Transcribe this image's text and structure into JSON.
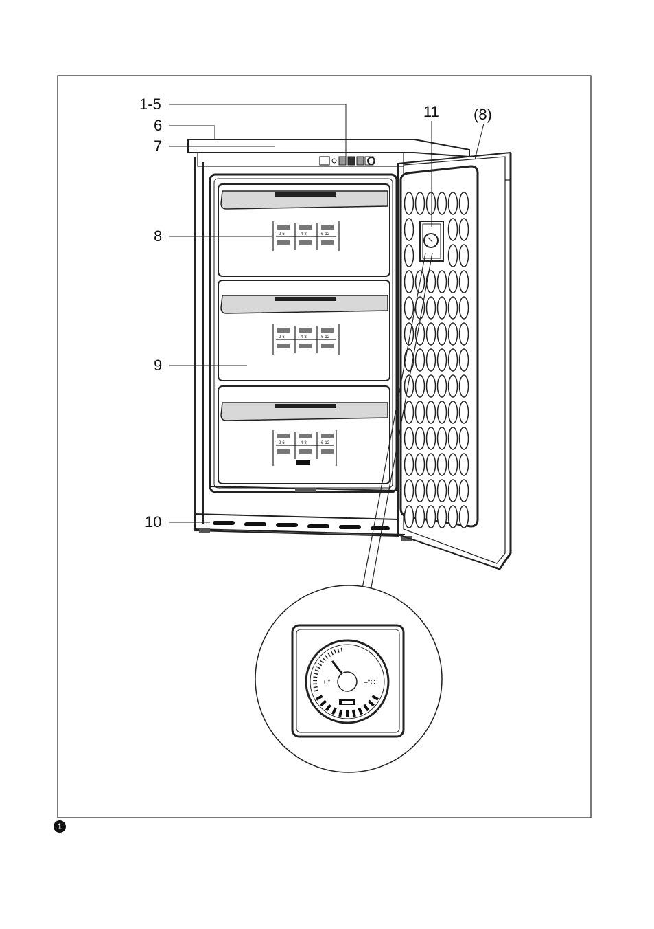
{
  "callouts": {
    "c1_5": "1-5",
    "c6": "6",
    "c7": "7",
    "c8": "8",
    "c9": "9",
    "c10": "10",
    "c11": "11",
    "c8_door": "(8)"
  },
  "drawer_table": {
    "row1": "2-6",
    "row2": "4-8",
    "row3": "6-12"
  },
  "gauge": {
    "zero_label": "0°",
    "minus_label": "–°C"
  },
  "figure_number": "1"
}
